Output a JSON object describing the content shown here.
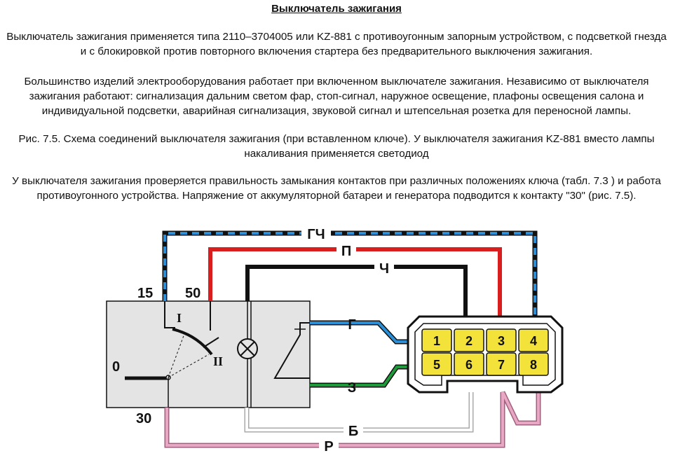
{
  "document": {
    "title": "Выключатель зажигания",
    "paragraphs": [
      "Выключатель зажигания применяется типа 2110–3704005 или KZ-881 с противоугонным запорным устройством, с подсветкой гнезда и с блокировкой против повторного включения стартера без предварительного выключения зажигания.",
      "Большинство изделий электрооборудования работает при включенном выключателе зажигания. Независимо от выключателя зажигания работают: сигнализация дальним светом фар, стоп-сигнал, наружное освещение, плафоны освещения салона и индивидуальной подсветки, аварийная сигнализация, звуковой сигнал и штепсельная розетка для переносной лампы.",
      "Рис. 7.5. Схема соединений выключателя зажигания (при вставленном ключе). У выключателя зажигания KZ-881 вместо лампы накаливания применяется светодиод",
      "У выключателя зажигания проверяется правильность замыкания контактов при различных положениях ключа (табл. 7.3 ) и работа противоугонного устройства. Напряжение от аккумуляторной батареи и генератора подводится к контакту \"30\" (рис. 7.5)."
    ]
  },
  "diagram": {
    "terminals": {
      "t15": "15",
      "t50": "50",
      "t30": "30"
    },
    "positions": {
      "pos0": "0",
      "posI": "I",
      "posII": "II"
    },
    "wires": {
      "gch": "ГЧ",
      "p": "П",
      "ch": "Ч",
      "g": "Г",
      "z": "З",
      "b": "Б",
      "r": "Р"
    },
    "connector_pins": [
      "1",
      "2",
      "3",
      "4",
      "5",
      "6",
      "7",
      "8"
    ],
    "colors": {
      "blue": "#2a8fd6",
      "red": "#d81e1e",
      "green": "#1f9a3a",
      "pink": "#e8a8c4",
      "black": "#111111",
      "white_wire": "#bbbbbb",
      "switch_body": "#e4e4e4",
      "pin_fill": "#f3e23a"
    }
  }
}
